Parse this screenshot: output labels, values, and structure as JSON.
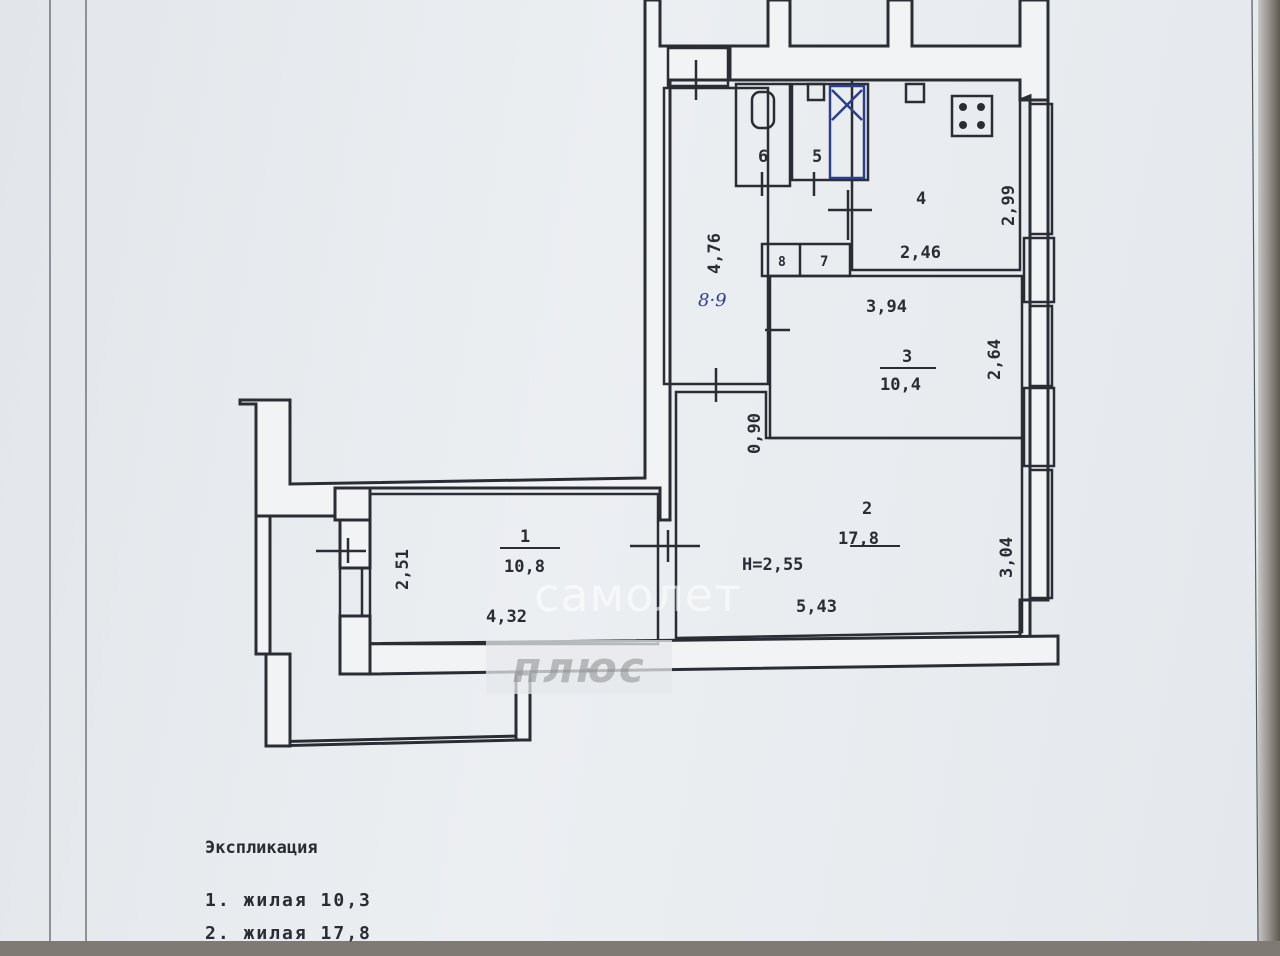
{
  "plan": {
    "rooms": [
      {
        "number": "1",
        "area": "10,8"
      },
      {
        "number": "2",
        "area": "17,8"
      },
      {
        "number": "3",
        "area": "10,4"
      },
      {
        "number": "4",
        "area": ""
      },
      {
        "number": "5",
        "area": ""
      },
      {
        "number": "6",
        "area": ""
      },
      {
        "number": "7",
        "area": ""
      },
      {
        "number": "8",
        "area": ""
      }
    ],
    "handwritten_note": "8·9",
    "height_label": "H=2,55",
    "dimensions": {
      "room1_width": "4,32",
      "room1_depth": "2,51",
      "room2_width": "5,43",
      "room2_depth": "3,04",
      "room3_width": "3,94",
      "room3_depth": "2,64",
      "room4_width": "2,46",
      "room4_depth": "2,99",
      "corridor_length": "4,76",
      "passage_width": "0,90"
    }
  },
  "watermark": {
    "line1": "самолет",
    "line2": "плюс"
  },
  "legend": {
    "title": "Экспликация",
    "items": [
      "1. жилая 10,3",
      "2. жилая 17,8"
    ]
  },
  "colors": {
    "paper": "#e8ebee",
    "ink": "#2a2d33",
    "wall_fill": "#f1f3f5",
    "pen": "#2b3f8f"
  }
}
